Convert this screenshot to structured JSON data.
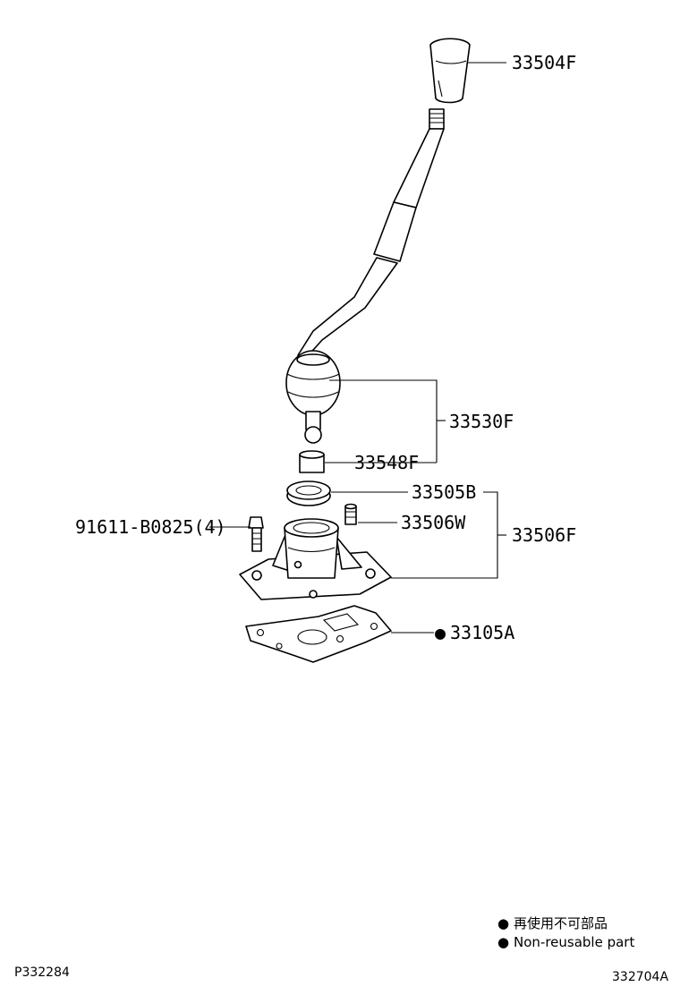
{
  "parts": {
    "knob": "33504F",
    "lever": "33530F",
    "bushing": "33548F",
    "seat": "33505B",
    "retainer_assy": "33506F",
    "pin": "33506W",
    "bolt": "91611-B0825(4)",
    "gasket": "33105A"
  },
  "gasket_marker": "●",
  "legend": {
    "marker": "●",
    "label_jp": "再使用不可部品",
    "label_en": "Non-reusable part"
  },
  "footer": {
    "left_code": "P332284",
    "right_code": "332704A"
  }
}
